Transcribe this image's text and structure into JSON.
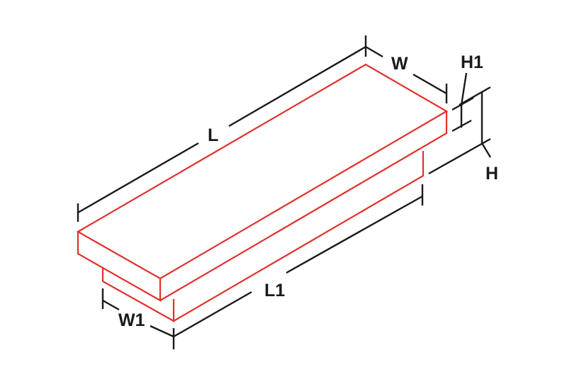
{
  "diagram": {
    "type": "dimension drawing",
    "subject": "crossover truck tool box",
    "colors": {
      "outline": "#e0312c",
      "dimension": "#1a1a1a",
      "background": "#ffffff"
    },
    "labels": {
      "length": "L",
      "width": "W",
      "lid_height": "H1",
      "height": "H",
      "base_length": "L1",
      "base_width": "W1"
    }
  }
}
